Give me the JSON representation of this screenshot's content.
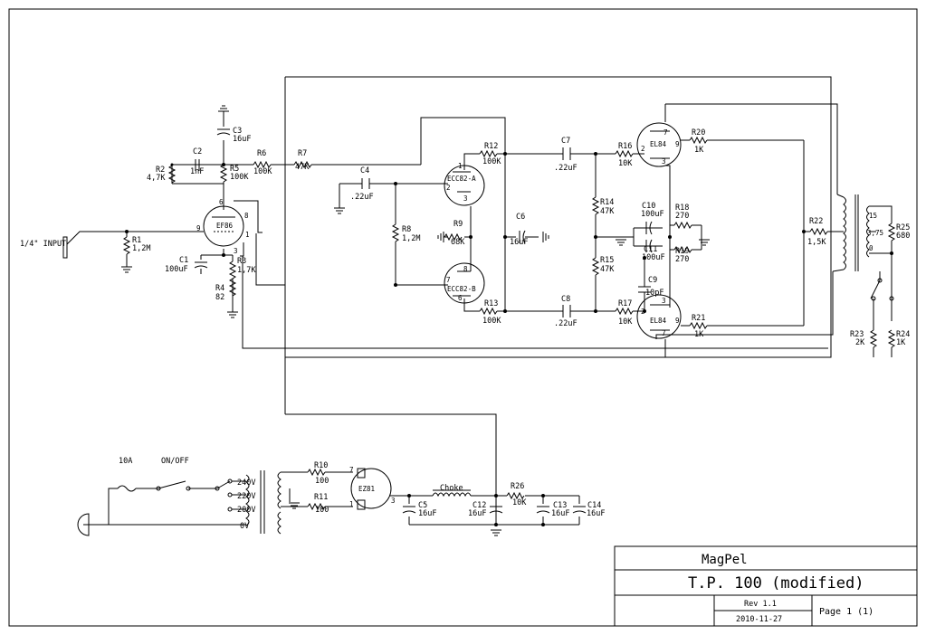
{
  "title_block": {
    "company": "MagPel",
    "title": "T.P. 100 (modified)",
    "revision": "Rev 1.1",
    "date": "2010-11-27",
    "page": "Page 1 (1)"
  },
  "labels": {
    "input": "1/4\" INPUT",
    "fuse": "10A",
    "switch": "ON/OFF",
    "choke": "Choke",
    "tap_240": "240V",
    "tap_220": "220V",
    "tap_200": "200V",
    "tap_0": "0V",
    "out_15": "15",
    "out_375": "3,75",
    "out_0": "0"
  },
  "tubes": {
    "v1": "EF86",
    "v2a": "ECC82-A",
    "v2b": "ECC82-B",
    "v3": "EL84",
    "v4": "EL84",
    "rect": "EZ81"
  },
  "pins": {
    "v1_6": "6",
    "v1_8": "8",
    "v1_9": "9",
    "v1_1": "1",
    "v1_3": "3",
    "v2a_1": "1",
    "v2a_2": "2",
    "v2a_3": "3",
    "v2b_8": "8",
    "v2b_7": "7",
    "v2b_6": "6",
    "v3_7": "7",
    "v3_2": "2",
    "v3_9": "9",
    "v3_3": "3",
    "v4_3": "3",
    "v4_2": "2",
    "v4_9": "9",
    "v4_7": "7",
    "rect_7": "7",
    "rect_1": "1",
    "rect_3": "3"
  },
  "components": {
    "R1": {
      "ref": "R1",
      "val": "1,2M"
    },
    "R2": {
      "ref": "R2",
      "val": "4,7K"
    },
    "R3": {
      "ref": "R3",
      "val": "1,7K"
    },
    "R4": {
      "ref": "R4",
      "val": "82"
    },
    "R5": {
      "ref": "R5",
      "val": "100K"
    },
    "R6": {
      "ref": "R6",
      "val": "100K"
    },
    "R7": {
      "ref": "R7",
      "val": "47K"
    },
    "R8": {
      "ref": "R8",
      "val": "1,2M"
    },
    "R9": {
      "ref": "R9",
      "val": "68K"
    },
    "R10": {
      "ref": "R10",
      "val": "100"
    },
    "R11": {
      "ref": "R11",
      "val": "100"
    },
    "R12": {
      "ref": "R12",
      "val": "100K"
    },
    "R13": {
      "ref": "R13",
      "val": "100K"
    },
    "R14": {
      "ref": "R14",
      "val": "47K"
    },
    "R15": {
      "ref": "R15",
      "val": "47K"
    },
    "R16": {
      "ref": "R16",
      "val": "10K"
    },
    "R17": {
      "ref": "R17",
      "val": "10K"
    },
    "R18": {
      "ref": "R18",
      "val": "270"
    },
    "R19": {
      "ref": "R19",
      "val": "270"
    },
    "R20": {
      "ref": "R20",
      "val": "1K"
    },
    "R21": {
      "ref": "R21",
      "val": "1K"
    },
    "R22": {
      "ref": "R22",
      "val": "1,5K"
    },
    "R23": {
      "ref": "R23",
      "val": "2K"
    },
    "R24": {
      "ref": "R24",
      "val": "1K"
    },
    "R25": {
      "ref": "R25",
      "val": "680"
    },
    "R26": {
      "ref": "R26",
      "val": "10K"
    },
    "C1": {
      "ref": "C1",
      "val": "100uF"
    },
    "C2": {
      "ref": "C2",
      "val": "1nF"
    },
    "C3": {
      "ref": "C3",
      "val": "16uF"
    },
    "C4": {
      "ref": "C4",
      "val": ".22uF"
    },
    "C5": {
      "ref": "C5",
      "val": "16uF"
    },
    "C6": {
      "ref": "C6",
      "val": "16uF"
    },
    "C7": {
      "ref": "C7",
      "val": ".22uF"
    },
    "C8": {
      "ref": "C8",
      "val": ".22uF"
    },
    "C9": {
      "ref": "C9",
      "val": "10pF"
    },
    "C10": {
      "ref": "C10",
      "val": "100uF"
    },
    "C11": {
      "ref": "C11",
      "val": "100uF"
    },
    "C12": {
      "ref": "C12",
      "val": "16uF"
    },
    "C13": {
      "ref": "C13",
      "val": "16uF"
    },
    "C14": {
      "ref": "C14",
      "val": "16uF"
    }
  }
}
